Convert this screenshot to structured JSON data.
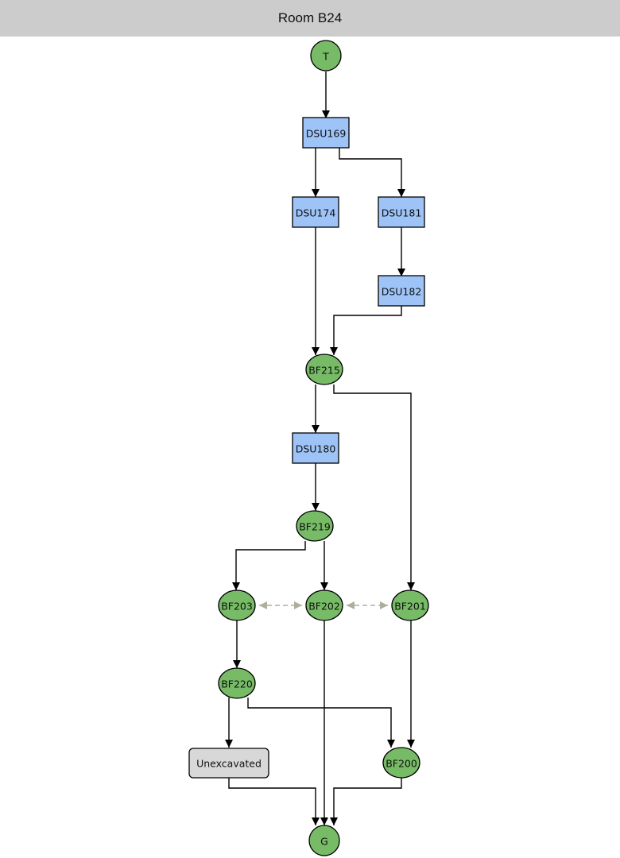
{
  "header": {
    "title": "Room B24"
  },
  "colors": {
    "header_bg": "#cccccc",
    "stratigraphic_unit": "#9ec3f7",
    "feature": "#77bb66",
    "unexcavated": "#d8d8d8",
    "edge": "#000000",
    "equivalence_edge": "#b0ad9c"
  },
  "nodes": [
    {
      "id": "T",
      "label": "T",
      "shape": "circle"
    },
    {
      "id": "DSU169",
      "label": "DSU169",
      "shape": "box"
    },
    {
      "id": "DSU174",
      "label": "DSU174",
      "shape": "box"
    },
    {
      "id": "DSU181",
      "label": "DSU181",
      "shape": "box"
    },
    {
      "id": "DSU182",
      "label": "DSU182",
      "shape": "box"
    },
    {
      "id": "BF215",
      "label": "BF215",
      "shape": "ellipse"
    },
    {
      "id": "DSU180",
      "label": "DSU180",
      "shape": "box"
    },
    {
      "id": "BF219",
      "label": "BF219",
      "shape": "ellipse"
    },
    {
      "id": "BF203",
      "label": "BF203",
      "shape": "ellipse"
    },
    {
      "id": "BF202",
      "label": "BF202",
      "shape": "ellipse"
    },
    {
      "id": "BF201",
      "label": "BF201",
      "shape": "ellipse"
    },
    {
      "id": "BF220",
      "label": "BF220",
      "shape": "ellipse"
    },
    {
      "id": "Unexcavated",
      "label": "Unexcavated",
      "shape": "roundbox"
    },
    {
      "id": "BF200",
      "label": "BF200",
      "shape": "ellipse"
    },
    {
      "id": "G",
      "label": "G",
      "shape": "circle"
    }
  ],
  "edges": [
    {
      "from": "T",
      "to": "DSU169",
      "type": "above"
    },
    {
      "from": "DSU169",
      "to": "DSU174",
      "type": "above"
    },
    {
      "from": "DSU169",
      "to": "DSU181",
      "type": "above"
    },
    {
      "from": "DSU181",
      "to": "DSU182",
      "type": "above"
    },
    {
      "from": "DSU174",
      "to": "BF215",
      "type": "above"
    },
    {
      "from": "DSU182",
      "to": "BF215",
      "type": "above"
    },
    {
      "from": "BF215",
      "to": "DSU180",
      "type": "above"
    },
    {
      "from": "BF215",
      "to": "BF201",
      "type": "above"
    },
    {
      "from": "DSU180",
      "to": "BF219",
      "type": "above"
    },
    {
      "from": "BF219",
      "to": "BF203",
      "type": "above"
    },
    {
      "from": "BF219",
      "to": "BF202",
      "type": "above"
    },
    {
      "from": "BF203",
      "to": "BF202",
      "type": "equivalent"
    },
    {
      "from": "BF202",
      "to": "BF201",
      "type": "equivalent"
    },
    {
      "from": "BF203",
      "to": "BF220",
      "type": "above"
    },
    {
      "from": "BF220",
      "to": "Unexcavated",
      "type": "above"
    },
    {
      "from": "BF220",
      "to": "BF200",
      "type": "above"
    },
    {
      "from": "BF201",
      "to": "BF200",
      "type": "above"
    },
    {
      "from": "Unexcavated",
      "to": "G",
      "type": "above"
    },
    {
      "from": "BF202",
      "to": "G",
      "type": "above"
    },
    {
      "from": "BF200",
      "to": "G",
      "type": "above"
    }
  ]
}
